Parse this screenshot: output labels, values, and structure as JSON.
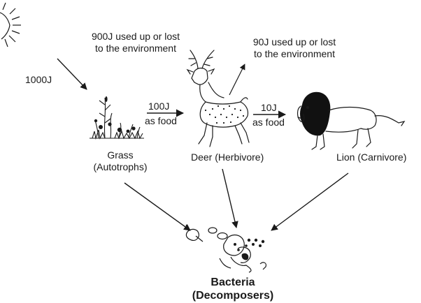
{
  "sun": {
    "energy": "1000J"
  },
  "grass": {
    "loss_line1": "900J used up or lost",
    "loss_line2": "to the environment",
    "name": "Grass",
    "role": "(Autotrophs)"
  },
  "grass_to_deer": {
    "amount": "100J",
    "note": "as food"
  },
  "deer": {
    "loss_line1": "90J used up or lost",
    "loss_line2": "to the environment",
    "label": "Deer (Herbivore)"
  },
  "deer_to_lion": {
    "amount": "10J",
    "note": "as food"
  },
  "lion": {
    "label": "Lion (Carnivore)"
  },
  "decomposers": {
    "name": "Bacteria",
    "role": "(Decomposers)"
  },
  "colors": {
    "ink": "#1a1a1a",
    "lion_mane": "#111111",
    "background": "#ffffff"
  }
}
